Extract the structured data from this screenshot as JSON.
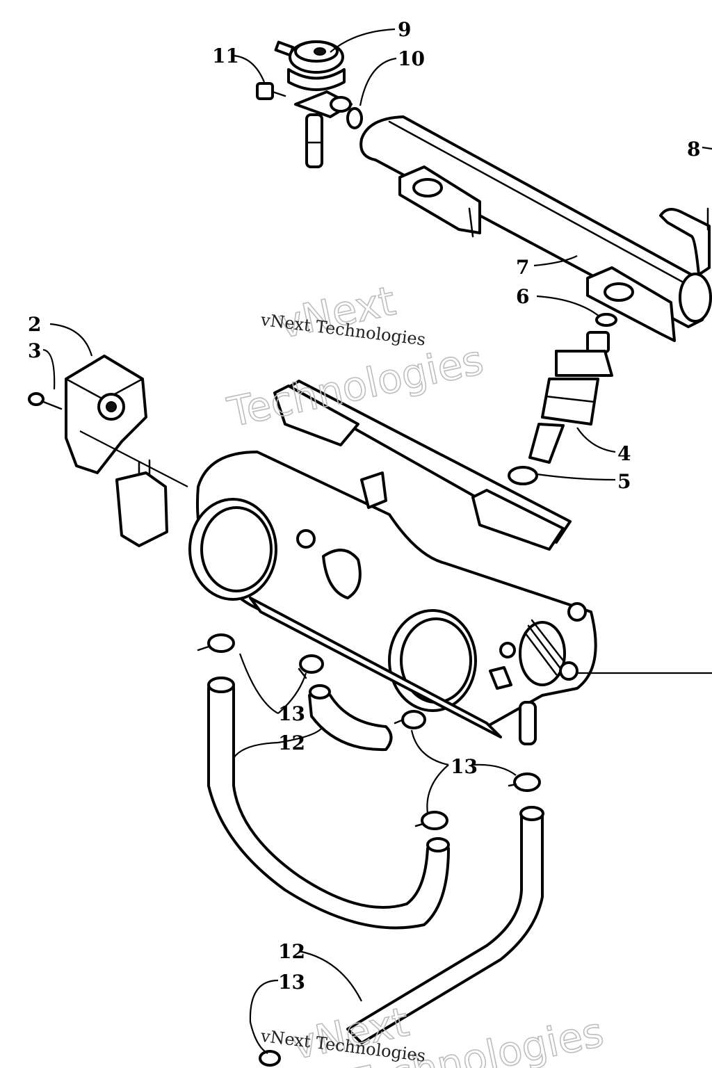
{
  "callouts": [
    {
      "id": "c2",
      "label": "2"
    },
    {
      "id": "c3",
      "label": "3"
    },
    {
      "id": "c4",
      "label": "4"
    },
    {
      "id": "c5",
      "label": "5"
    },
    {
      "id": "c6",
      "label": "6"
    },
    {
      "id": "c7",
      "label": "7"
    },
    {
      "id": "c8",
      "label": "8"
    },
    {
      "id": "c9",
      "label": "9"
    },
    {
      "id": "c10",
      "label": "10"
    },
    {
      "id": "c11",
      "label": "11"
    },
    {
      "id": "c12a",
      "label": "12"
    },
    {
      "id": "c12b",
      "label": "12"
    },
    {
      "id": "c13a",
      "label": "13"
    },
    {
      "id": "c13b",
      "label": "13"
    },
    {
      "id": "c13c",
      "label": "13"
    }
  ],
  "watermark": {
    "small_text": "vNext Technologies",
    "big_line1": "vNext",
    "big_line2": "Technologies"
  }
}
